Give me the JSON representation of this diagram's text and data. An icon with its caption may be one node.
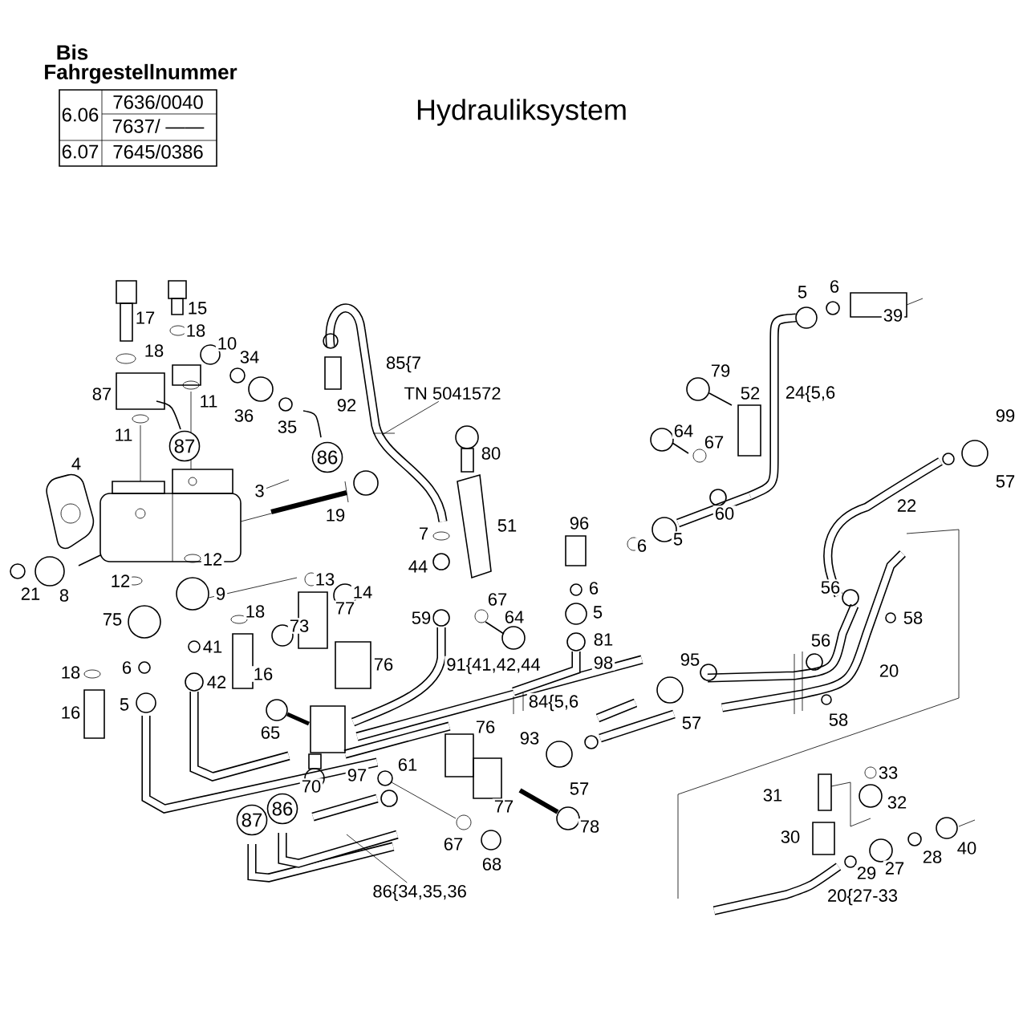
{
  "diagram": {
    "title": "Hydrauliksystem",
    "nodes": [
      {
        "text": [
          "87"
        ]
      },
      {
        "text": [
          "86"
        ]
      },
      {
        "text": [
          "87"
        ]
      },
      {
        "text": [
          "86"
        ]
      },
      {
        "text": [
          "TN 5041572"
        ]
      },
      {
        "text": [
          "3"
        ]
      },
      {
        "text": [
          "86{34,35,36"
        ]
      }
    ],
    "edges": [
      {
        "from": 4,
        "to": null,
        "arrow": "none"
      },
      {
        "from": 5,
        "to": null,
        "arrow": "none"
      },
      {
        "from": 6,
        "to": null,
        "arrow": "none"
      }
    ],
    "labels": [
      "Bis",
      "Fahrgestellnummer",
      "6.06",
      "7636/0040",
      "7637/ ——",
      "6.07",
      "7645/0386",
      "5",
      "6",
      "15",
      "39",
      "17",
      "18",
      "10",
      "18",
      "34",
      "85{7",
      "79",
      "87",
      "24{5,6",
      "52",
      "11",
      "92",
      "36",
      "99",
      "35",
      "64",
      "11",
      "67",
      "80",
      "4",
      "57",
      "22",
      "60",
      "19",
      "96",
      "51",
      "7",
      "5",
      "6",
      "12",
      "44",
      "12",
      "13",
      "56",
      "6",
      "21",
      "8",
      "9",
      "14",
      "67",
      "77",
      "18",
      "5",
      "64",
      "59",
      "58",
      "75",
      "73",
      "81",
      "56",
      "41",
      "95",
      "98",
      "76",
      "91{41,42,44",
      "6",
      "20",
      "18",
      "16",
      "42",
      "84{5,6",
      "5",
      "16",
      "58",
      "57",
      "76",
      "65",
      "93",
      "33",
      "97",
      "61",
      "70",
      "57",
      "31",
      "32",
      "77",
      "78",
      "30",
      "67",
      "40",
      "28",
      "68",
      "27",
      "29",
      "20{27-33"
    ]
  }
}
